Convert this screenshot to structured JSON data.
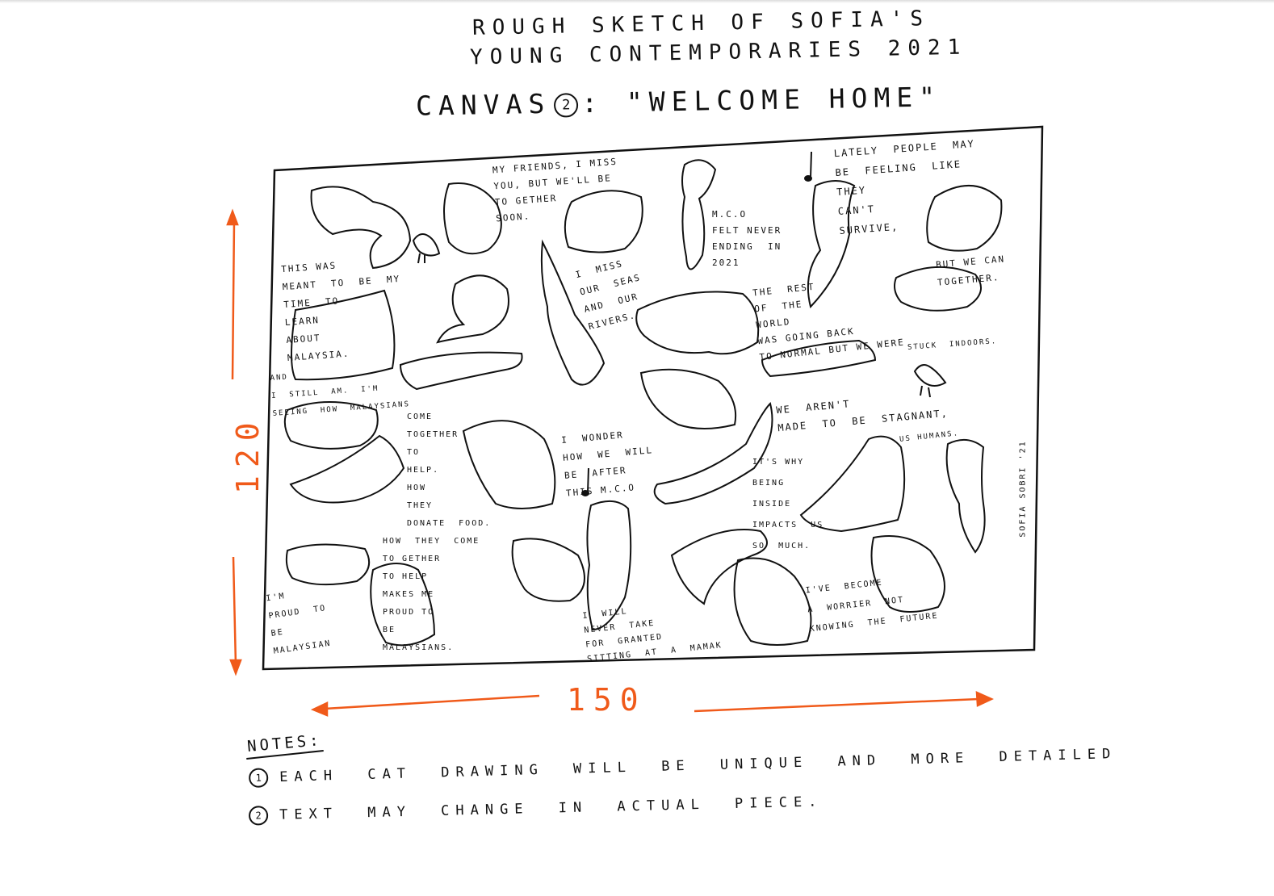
{
  "header": {
    "title_line1": "ROUGH  SKETCH  OF SOFIA'S",
    "title_line2": "YOUNG  CONTEMPORARIES 2021",
    "canvas_prefix": "CANVAS",
    "canvas_number": "2",
    "canvas_name": ": \"WELCOME HOME\""
  },
  "dimensions": {
    "width": "150",
    "height": "120"
  },
  "canvas_texts": [
    "THIS WAS\nMEANT  TO  BE  MY\nTIME  TO\nLEARN\nABOUT\nMALAYSIA.",
    "MY FRIENDS, I MISS\nYOU, BUT WE'LL BE\nTO GETHER\nSOON.",
    "I  MISS\nOUR  SEAS\nAND  OUR\nRIVERS.",
    "M.C.O\nFELT NEVER\nENDING  IN\n2021",
    "LATELY  PEOPLE  MAY\nBE  FEELING  LIKE\nTHEY\nCAN'T\nSURVIVE,",
    "BUT WE CAN\nTOGETHER.",
    "THE  REST\nOF  THE\nWORLD\nWAS GOING BACK\nTO NORMAL BUT WE WERE",
    "STUCK  INDOORS.",
    "AND\nI  STILL  AM.  I'M\nSEEING  HOW  MALAYSIANS",
    "COME\nTOGETHER\nTO\nHELP.\nHOW\nTHEY\nDONATE  FOOD.",
    "I  WONDER\nHOW  WE  WILL\nBE  AFTER\nTHIS M.C.O",
    "WE  AREN'T\nMADE  TO  BE  STAGNANT,",
    "US HUMANS.",
    "IT'S WHY\nBEING\nINSIDE\nIMPACTS  US\nSO  MUCH.",
    "HOW  THEY  COME\nTO GETHER\nTO HELP\nMAKES ME\nPROUD TO\nBE\nMALAYSIANS.",
    "I'M\nPROUD  TO\nBE\nMALAYSIAN",
    "I  WILL\nNEVER  TAKE\nFOR  GRANTED\nSITTING  AT  A  MAMAK",
    "I'VE  BECOME\nA  WORRIER  NOT\nKNOWING  THE  FUTURE"
  ],
  "signature": "SOFIA SOBRI '21",
  "notes": {
    "heading": "NOTES:",
    "items": [
      {
        "number": "1",
        "text": "EACH CAT DRAWING WILL BE UNIQUE AND MORE DETAILED"
      },
      {
        "number": "2",
        "text": "TEXT MAY CHANGE IN ACTUAL PIECE."
      }
    ]
  },
  "colors": {
    "ink": "#111111",
    "dimension_accent": "#f05a1a",
    "paper": "#ffffff"
  },
  "icons": [
    "cat-doodle-icon",
    "bird-doodle-icon",
    "music-note-icon",
    "arrow-icon"
  ]
}
